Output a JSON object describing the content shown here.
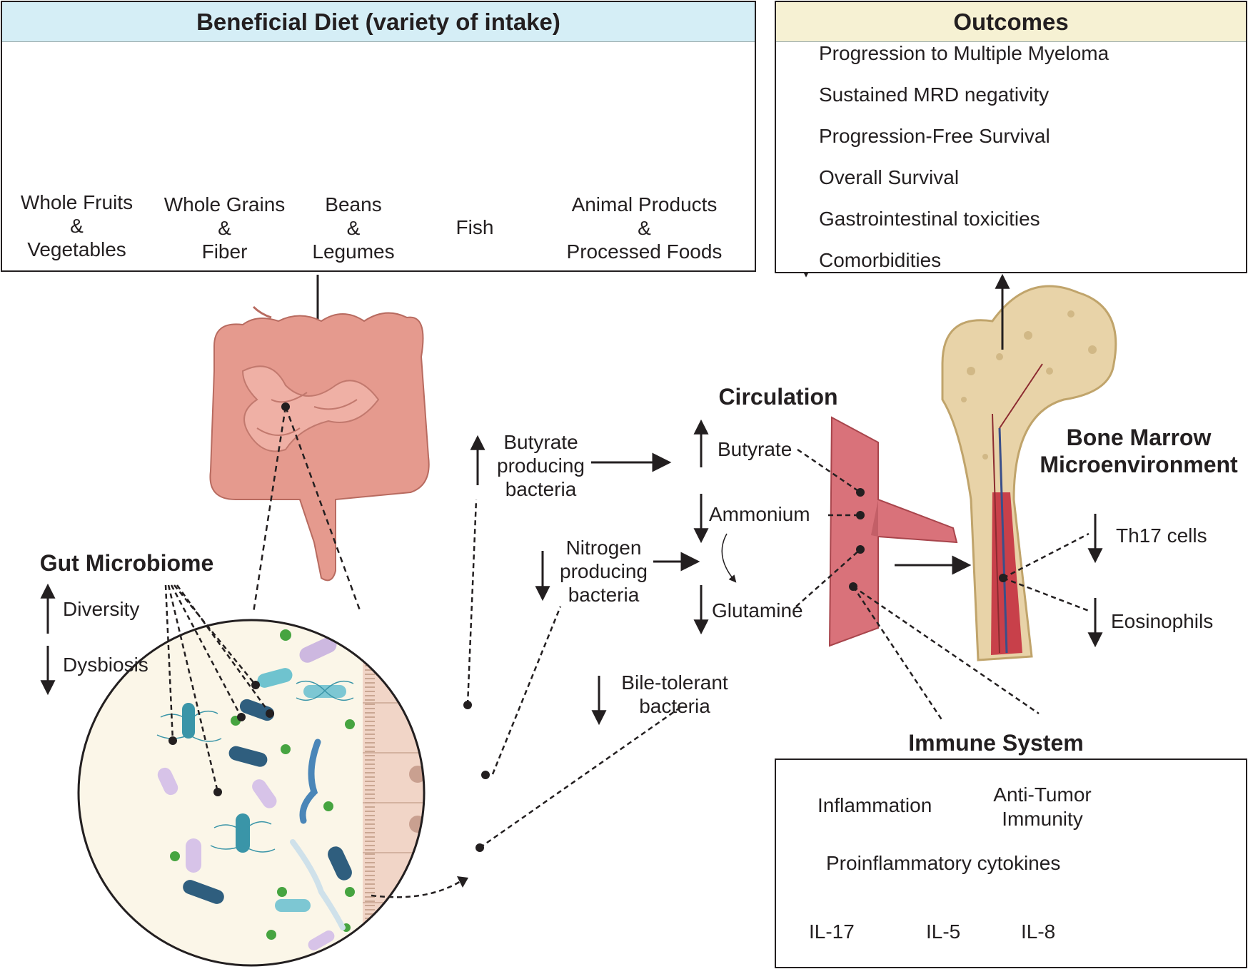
{
  "diet": {
    "title": "Beneficial Diet (variety of intake)",
    "groups": [
      {
        "line1": "Whole Fruits",
        "line2": "&",
        "line3": "Vegetables",
        "direction": "up"
      },
      {
        "line1": "Whole Grains",
        "line2": "&",
        "line3": "Fiber",
        "direction": "up"
      },
      {
        "line1": "Beans",
        "line2": "&",
        "line3": "Legumes",
        "direction": "up"
      },
      {
        "line1": "Fish",
        "direction": "both"
      },
      {
        "line1": "Animal Products",
        "line2": "&",
        "line3": "Processed Foods",
        "direction": "down"
      }
    ]
  },
  "outcomes": {
    "title": "Outcomes",
    "items": [
      {
        "text": "Progression to Multiple Myeloma",
        "direction": "down"
      },
      {
        "text": "Sustained MRD negativity",
        "direction": "up"
      },
      {
        "text": "Progression-Free Survival",
        "direction": "up"
      },
      {
        "text": "Overall Survival",
        "direction": "up"
      },
      {
        "text": "Gastrointestinal toxicities",
        "direction": "down"
      },
      {
        "text": "Comorbidities",
        "direction": "down"
      }
    ]
  },
  "gut": {
    "title": "Gut Microbiome",
    "diversity": "Diversity",
    "dysbiosis": "Dysbiosis"
  },
  "bacteria": {
    "butyrate_l1": "Butyrate",
    "butyrate_l2": "producing",
    "butyrate_l3": "bacteria",
    "nitrogen_l1": "Nitrogen",
    "nitrogen_l2": "producing",
    "nitrogen_l3": "bacteria",
    "bile_l1": "Bile-tolerant",
    "bile_l2": "bacteria"
  },
  "circulation": {
    "title": "Circulation",
    "butyrate": "Butyrate",
    "ammonium": "Ammonium",
    "glutamine": "Glutamine"
  },
  "bone_marrow": {
    "title_l1": "Bone Marrow",
    "title_l2": "Microenvironment",
    "th17": "Th17 cells",
    "eosinophils": "Eosinophils"
  },
  "immune": {
    "title": "Immune System",
    "inflammation": "Inflammation",
    "antitumor_l1": "Anti-Tumor",
    "antitumor_l2": "Immunity",
    "cytokines": "Proinflammatory cytokines",
    "il17": "IL-17",
    "il5": "IL-5",
    "il8": "IL-8"
  },
  "colors": {
    "up_green": "#2e6b2a",
    "down_red": "#a32430",
    "intestine": "#e59a8e",
    "vessel": "#d9727a",
    "bone": "#e8d3a8",
    "marrow": "#c8404a",
    "circle_bg": "#fbf6e8"
  }
}
